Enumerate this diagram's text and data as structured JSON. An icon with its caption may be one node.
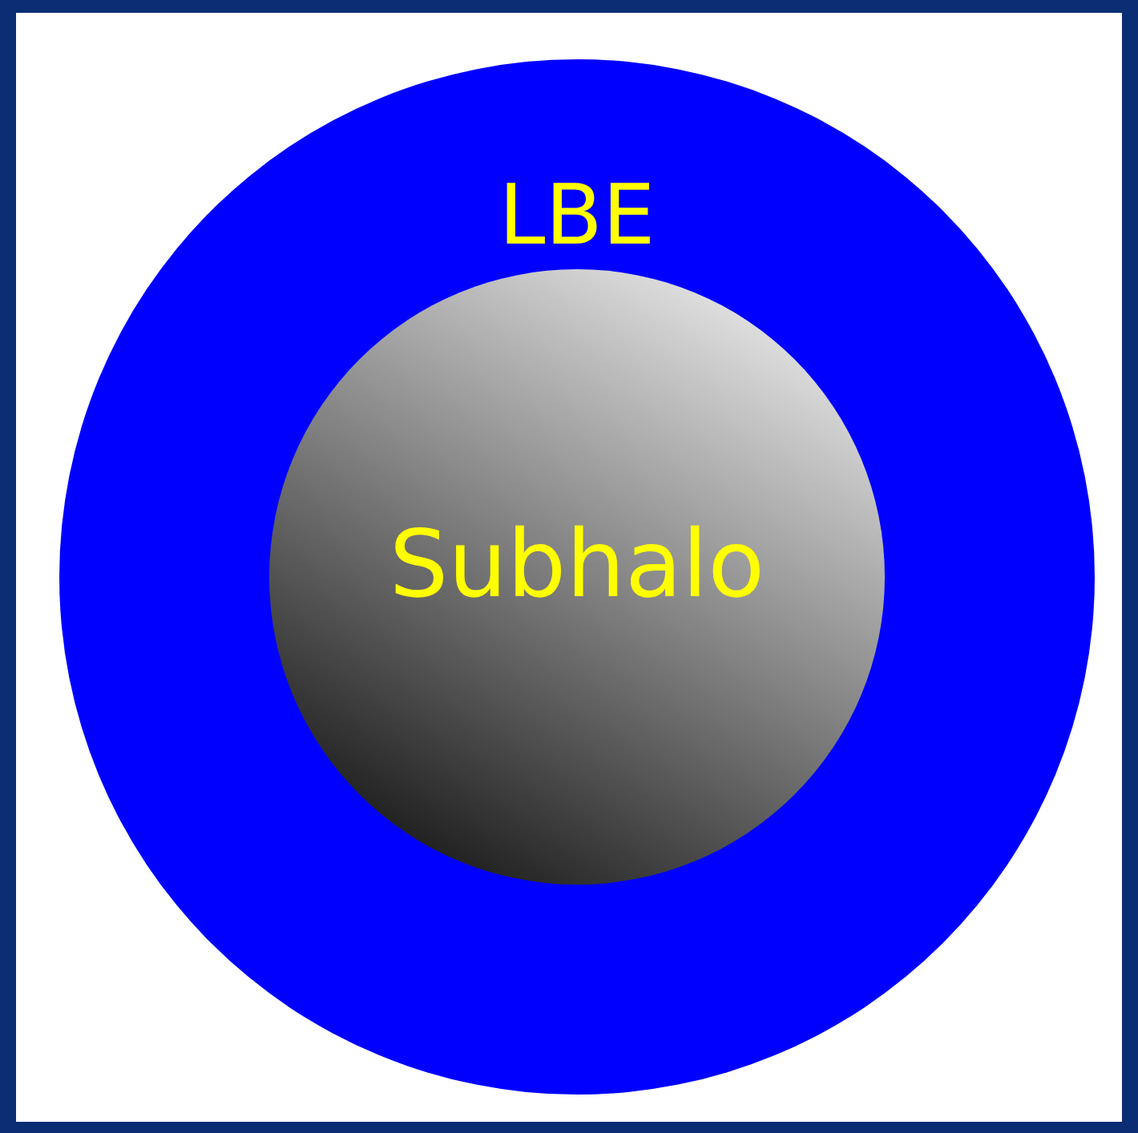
{
  "diagram": {
    "nodes": [
      {
        "text": [
          "LBE"
        ]
      },
      {
        "text": [
          "Subhalo"
        ],
        "in": 0
      }
    ]
  }
}
